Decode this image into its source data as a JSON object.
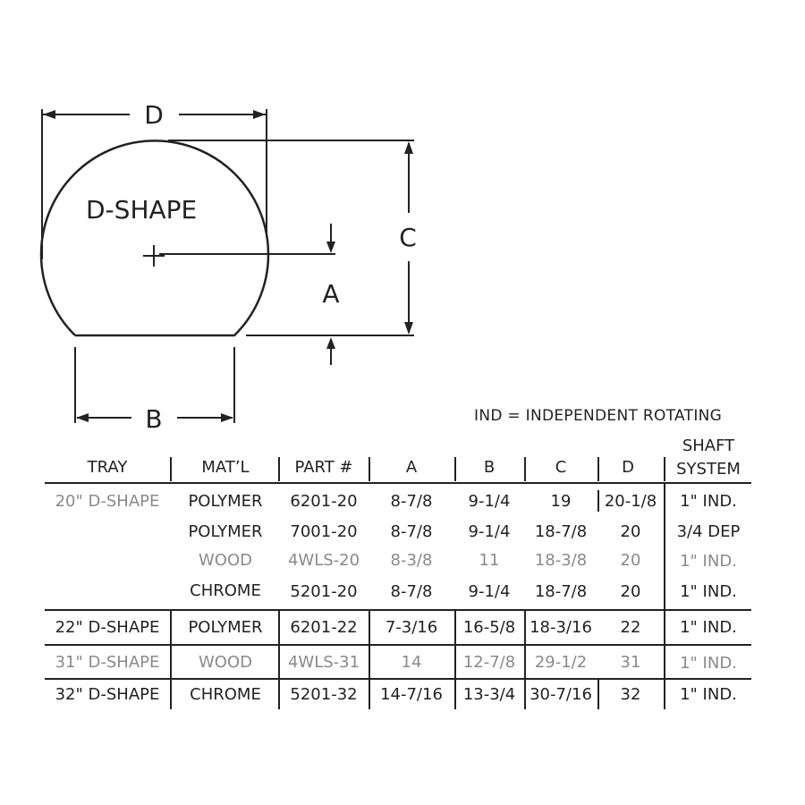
{
  "diagram": {
    "shape_label": "D-SHAPE",
    "dimensions": {
      "d": "D",
      "c": "C",
      "a": "A",
      "b": "B"
    }
  },
  "note": "IND = INDEPENDENT ROTATING",
  "table": {
    "headers": {
      "tray": "TRAY",
      "material": "MAT’L",
      "part": "PART #",
      "a": "A",
      "b": "B",
      "c": "C",
      "d": "D",
      "shaft_line1": "SHAFT",
      "shaft_line2": "SYSTEM"
    },
    "rows": [
      {
        "tray": "20\" D-SHAPE",
        "material": "POLYMER",
        "part": "6201-20",
        "a": "8-7/8",
        "b": "9-1/4",
        "c": "19",
        "d": "20-1/8",
        "shaft": "1\" IND."
      },
      {
        "tray": "",
        "material": "POLYMER",
        "part": "7001-20",
        "a": "8-7/8",
        "b": "9-1/4",
        "c": "18-7/8",
        "d": "20",
        "shaft": "3/4 DEP"
      },
      {
        "tray": "",
        "material": "WOOD",
        "part": "4WLS-20",
        "a": "8-3/8",
        "b": "11",
        "c": "18-3/8",
        "d": "20",
        "shaft": "1\" IND."
      },
      {
        "tray": "",
        "material": "CHROME",
        "part": "5201-20",
        "a": "8-7/8",
        "b": "9-1/4",
        "c": "18-7/8",
        "d": "20",
        "shaft": "1\" IND."
      },
      {
        "tray": "22\" D-SHAPE",
        "material": "POLYMER",
        "part": "6201-22",
        "a": "7-3/16",
        "b": "16-5/8",
        "c": "18-3/16",
        "d": "22",
        "shaft": "1\" IND."
      },
      {
        "tray": "31\" D-SHAPE",
        "material": "WOOD",
        "part": "4WLS-31",
        "a": "14",
        "b": "12-7/8",
        "c": "29-1/2",
        "d": "31",
        "shaft": "1\" IND."
      },
      {
        "tray": "32\" D-SHAPE",
        "material": "CHROME",
        "part": "5201-32",
        "a": "14-7/16",
        "b": "13-3/4",
        "c": "30-7/16",
        "d": "32",
        "shaft": "1\" IND."
      }
    ]
  },
  "colors": {
    "ink": "#222222",
    "wood_gray": "#8a8a8a"
  }
}
